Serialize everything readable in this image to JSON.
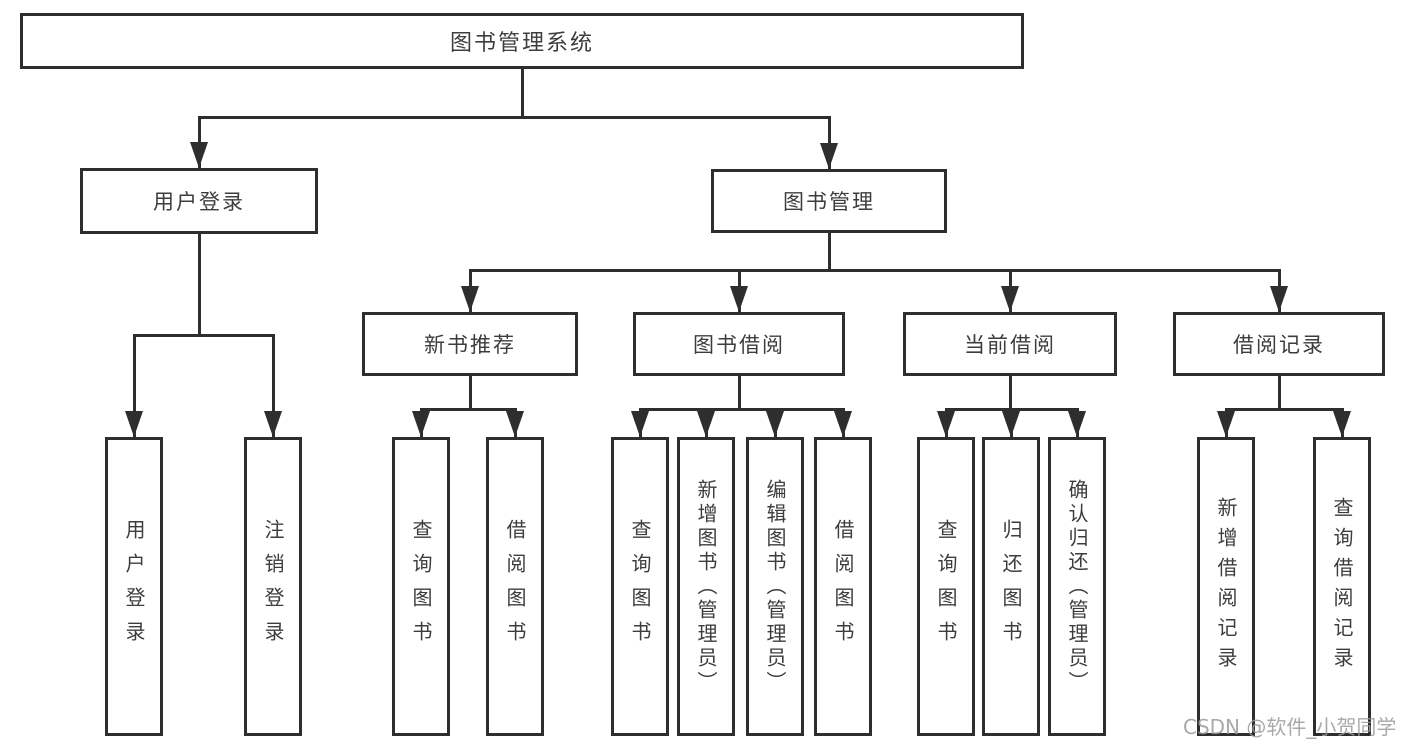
{
  "diagram": {
    "title": "图书管理系统",
    "nodes": {
      "user_login": "用户登录",
      "book_mgmt": "图书管理",
      "new_books": "新书推荐",
      "book_borrow": "图书借阅",
      "current_borrow": "当前借阅",
      "borrow_records": "借阅记录"
    },
    "leaves": {
      "login": "用户登录",
      "logout": "注销登录",
      "nb_query": "查询图书",
      "nb_borrow": "借阅图书",
      "bw_query": "查询图书",
      "bw_add": "新增图书（管理员）",
      "bw_edit": "编辑图书（管理员）",
      "bw_borrow": "借阅图书",
      "cur_query": "查询图书",
      "cur_return": "归还图书",
      "cur_confirm": "确认归还（管理员）",
      "rec_add": "新增借阅记录",
      "rec_query": "查询借阅记录"
    },
    "watermark": "CSDN @软件_小贺同学",
    "colors": {
      "line": "#2e2e2e",
      "text": "#3d3d3d",
      "watermark": "#9b9b9b",
      "background": "#ffffff"
    }
  }
}
